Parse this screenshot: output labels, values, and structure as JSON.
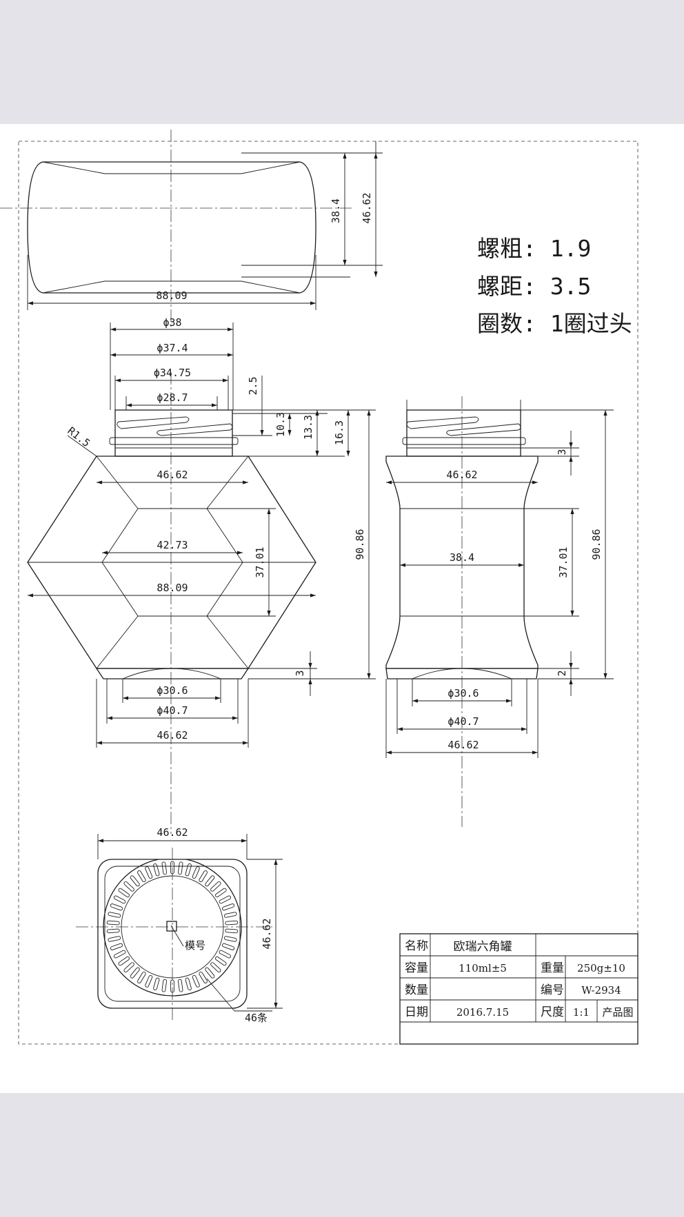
{
  "top_view": {
    "width_label": "88.09",
    "height_inner_label": "38.4",
    "height_outer_label": "46.62"
  },
  "specs": {
    "line1": "螺粗: 1.9",
    "line2": "螺距: 3.5",
    "line3": "圈数: 1圈过头"
  },
  "front_view": {
    "neck_d1": "ϕ38",
    "neck_d2": "ϕ37.4",
    "neck_d3": "ϕ34.75",
    "neck_d4": "ϕ28.7",
    "thread_top": "2.5",
    "h_10_3": "10.3",
    "h_13_3": "13.3",
    "h_16_3": "16.3",
    "radius": "R1.5",
    "shoulder_w": "46.62",
    "waist_w": "42.73",
    "body_w": "88.09",
    "mid_h": "37.01",
    "total_h": "90.86",
    "base_h": "3",
    "base_d1": "ϕ30.6",
    "base_d2": "ϕ40.7",
    "base_w": "46.62"
  },
  "side_view": {
    "shoulder_w": "46.62",
    "waist_w": "38.4",
    "mid_h": "37.01",
    "total_h": "90.86",
    "neck_h": "3",
    "base_h": "2",
    "base_d1": "ϕ30.6",
    "base_d2": "ϕ40.7",
    "base_w": "46.62"
  },
  "bottom_view": {
    "width_label": "46.62",
    "height_label": "46.62",
    "mold_label": "模号",
    "rib_label": "46条"
  },
  "title_block": {
    "name_label": "名称",
    "name_value": "欧瑞六角罐",
    "capacity_label": "容量",
    "capacity_value": "110ml±5",
    "weight_label": "重量",
    "weight_value": "250g±10",
    "qty_label": "数量",
    "code_label": "编号",
    "code_value": "W-2934",
    "date_label": "日期",
    "date_value": "2016.7.15",
    "scale_label": "尺度",
    "scale_value": "1:1",
    "type_value": "产品图"
  }
}
